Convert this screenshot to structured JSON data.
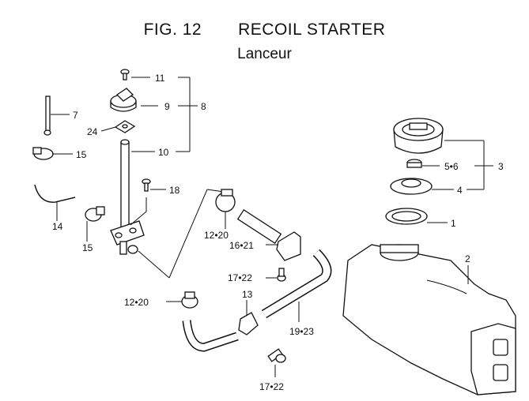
{
  "figure": {
    "title": "FIG. 12",
    "subtitle": "RECOIL  STARTER",
    "caption": "Lanceur"
  },
  "labels": {
    "l11": "11",
    "l9": "9",
    "l8": "8",
    "l7": "7",
    "l24": "24",
    "l15a": "15",
    "l10": "10",
    "l18": "18",
    "l14": "14",
    "l15b": "15",
    "l12a": "12•20",
    "l1621": "16•21",
    "l1722a": "17•22",
    "l12b": "12•20",
    "l13": "13",
    "l1923": "19•23",
    "l1722b": "17•22",
    "l56": "5•6",
    "l3": "3",
    "l4": "4",
    "l1": "1",
    "l2": "2"
  }
}
